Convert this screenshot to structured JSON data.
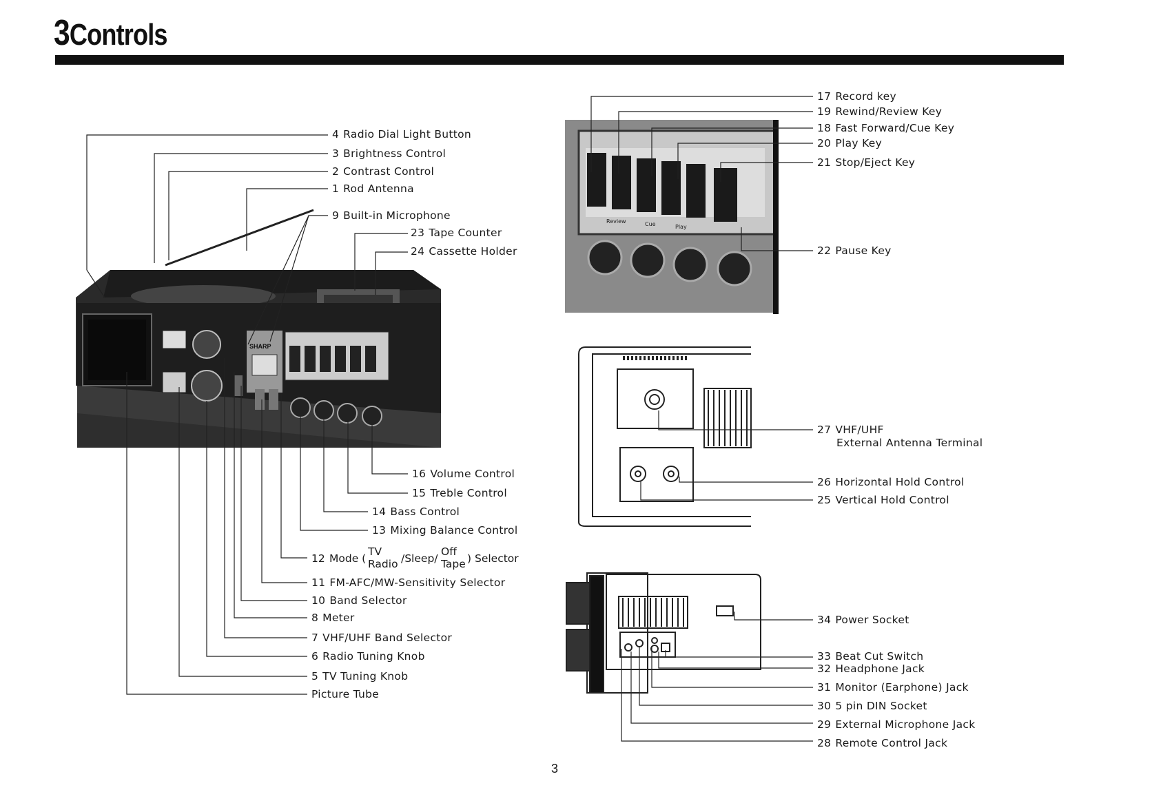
{
  "page": {
    "title_number": "3",
    "title_text": "Controls",
    "page_number": "3"
  },
  "main_unit": {
    "brand": "SHARP",
    "labels": {
      "c4": {
        "num": "4",
        "text": "Radio Dial Light Button"
      },
      "c3": {
        "num": "3",
        "text": "Brightness Control"
      },
      "c2": {
        "num": "2",
        "text": "Contrast Control"
      },
      "c1": {
        "num": "1",
        "text": "Rod Antenna"
      },
      "c9": {
        "num": "9",
        "text": "Built-in Microphone"
      },
      "c23": {
        "num": "23",
        "text": "Tape Counter"
      },
      "c24": {
        "num": "24",
        "text": "Cassette Holder"
      },
      "c16": {
        "num": "16",
        "text": "Volume Control"
      },
      "c15": {
        "num": "15",
        "text": "Treble Control"
      },
      "c14": {
        "num": "14",
        "text": "Bass Control"
      },
      "c13": {
        "num": "13",
        "text": "Mixing Balance Control"
      },
      "c11": {
        "num": "11",
        "text": "FM-AFC/MW-Sensitivity Selector"
      },
      "c10": {
        "num": "10",
        "text": "Band Selector"
      },
      "c8": {
        "num": "8",
        "text": "Meter"
      },
      "c7": {
        "num": "7",
        "text": "VHF/UHF Band Selector"
      },
      "c6": {
        "num": "6",
        "text": "Radio Tuning Knob"
      },
      "c5": {
        "num": "5",
        "text": "TV Tuning Knob"
      },
      "tube": {
        "num": "",
        "text": "Picture Tube"
      }
    },
    "mode_selector": {
      "num": "12",
      "prefix": "Mode (",
      "tv": "TV",
      "radio": "Radio",
      "sleep": "/Sleep/",
      "off": "Off",
      "tape": "Tape",
      "suffix": ") Selector"
    }
  },
  "keys_panel": {
    "key_captions": [
      "Review",
      "Cue",
      "Play"
    ],
    "labels": {
      "c17": {
        "num": "17",
        "text": "Record key"
      },
      "c19": {
        "num": "19",
        "text": "Rewind/Review Key"
      },
      "c18": {
        "num": "18",
        "text": "Fast Forward/Cue Key"
      },
      "c20": {
        "num": "20",
        "text": "Play Key"
      },
      "c21": {
        "num": "21",
        "text": "Stop/Eject Key"
      },
      "c22": {
        "num": "22",
        "text": "Pause Key"
      }
    }
  },
  "back_panel": {
    "labels": {
      "c27a": {
        "num": "27",
        "text": "VHF/UHF"
      },
      "c27b": {
        "num": "",
        "text": "External Antenna Terminal"
      },
      "c26": {
        "num": "26",
        "text": "Horizontal Hold Control"
      },
      "c25": {
        "num": "25",
        "text": "Vertical Hold Control"
      }
    }
  },
  "side_panel": {
    "labels": {
      "c34": {
        "num": "34",
        "text": "Power Socket"
      },
      "c33": {
        "num": "33",
        "text": "Beat Cut Switch"
      },
      "c32": {
        "num": "32",
        "text": "Headphone Jack"
      },
      "c31": {
        "num": "31",
        "text": "Monitor (Earphone) Jack"
      },
      "c30": {
        "num": "30",
        "text": "5 pin DIN Socket"
      },
      "c29": {
        "num": "29",
        "text": "External Microphone Jack"
      },
      "c28": {
        "num": "28",
        "text": "Remote Control Jack"
      }
    }
  }
}
